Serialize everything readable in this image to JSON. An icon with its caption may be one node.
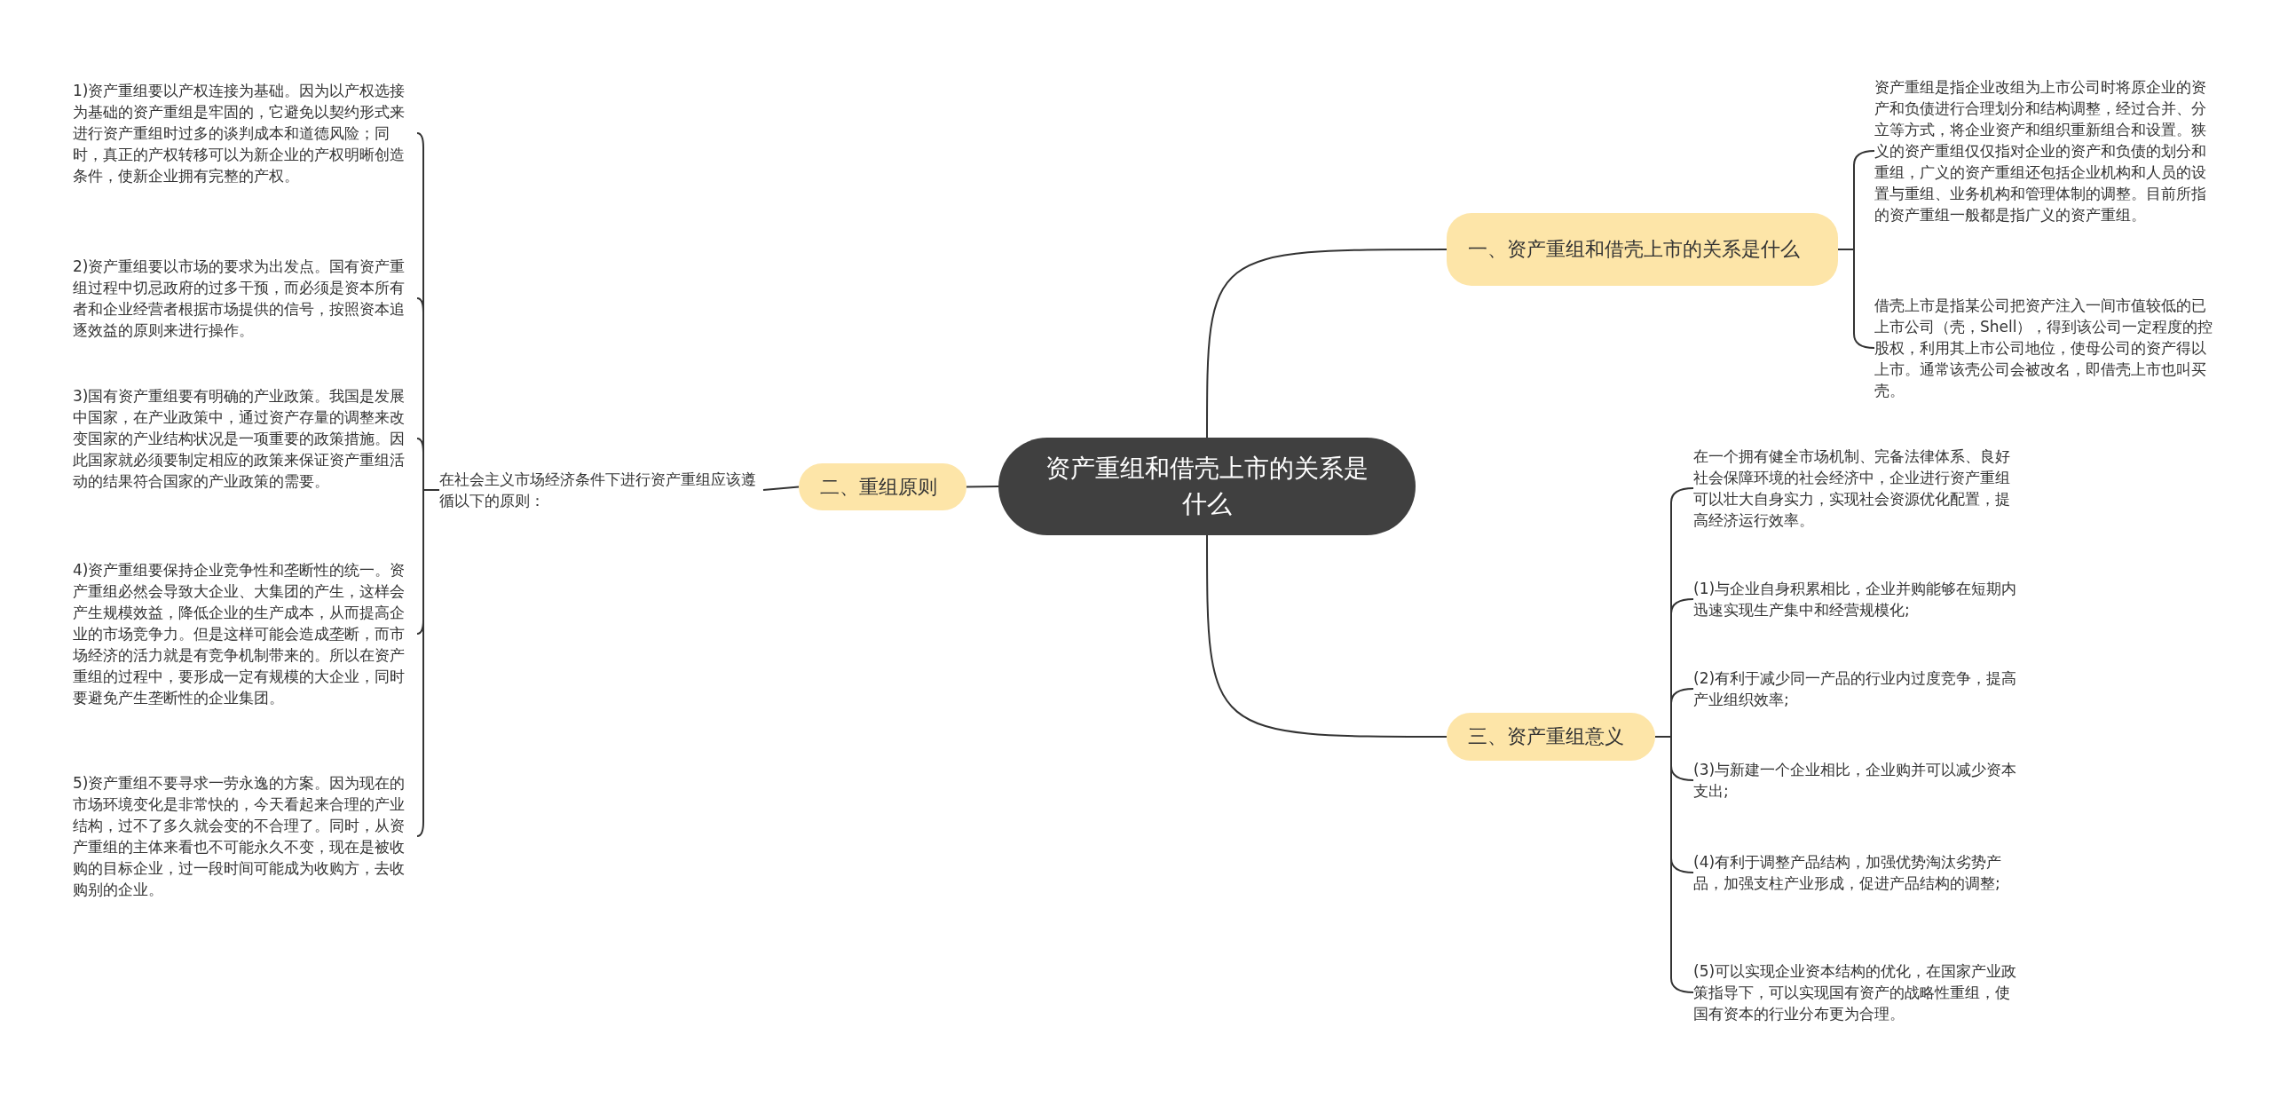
{
  "diagram": {
    "nodes": [
      {
        "text": [
          "资产重组和借壳上市的关系是什么"
        ]
      },
      {
        "text": [
          "一、资产重组和借壳上市的关系是什么"
        ]
      },
      {
        "text": [
          "资产重组是指企业改组为上市公司时将原企业的资产和负债进行合理划分和结构调整，经过合并、分立等方式，将企业资产和组织重新组合和设置。狭义的资产重组仅仅指对企业的资产和负债的划分和重组，广义的资产重组还包括企业机构和人员的设置与重组、业务机构和管理体制的调整。目前所指的资产重组一般都是指广义的资产重组。"
        ]
      },
      {
        "text": [
          "借壳上市是指某公司把资产注入一间市值较低的已上市公司（壳，Shell），得到该公司一定程度的控股权，利用其上市公司地位，使母公司的资产得以上市。通常该壳公司会被改名，即借壳上市也叫买壳。"
        ]
      },
      {
        "text": [
          "二、重组原则"
        ]
      },
      {
        "text": [
          "在社会主义市场经济条件下进行资产重组应该遵循以下的原则："
        ]
      },
      {
        "text": [
          "1)资产重组要以产权连接为基础。因为以产权选接为基础的资产重组是牢固的，它避免以契约形式来进行资产重组时过多的谈判成本和道德风险；同时，真正的产权转移可以为新企业的产权明晰创造条件，使新企业拥有完整的产权。"
        ]
      },
      {
        "text": [
          "2)资产重组要以市场的要求为出发点。国有资产重组过程中切忌政府的过多干预，而必须是资本所有者和企业经营者根据市场提供的信号，按照资本追逐效益的原则来进行操作。"
        ]
      },
      {
        "text": [
          "3)国有资产重组要有明确的产业政策。我国是发展中国家，在产业政策中，通过资产存量的调整来改变国家的产业结构状况是一项重要的政策措施。因此国家就必须要制定相应的政策来保证资产重组活动的结果符合国家的产业政策的需要。"
        ]
      },
      {
        "text": [
          "4)资产重组要保持企业竞争性和垄断性的统一。资产重组必然会导致大企业、大集团的产生，这样会产生规模效益，降低企业的生产成本，从而提高企业的市场竞争力。但是这样可能会造成垄断，而市场经济的活力就是有竞争机制带来的。所以在资产重组的过程中，要形成一定有规模的大企业，同时要避免产生垄断性的企业集团。"
        ]
      },
      {
        "text": [
          "5)资产重组不要寻求一劳永逸的方案。因为现在的市场环境变化是非常快的，今天看起来合理的产业结构，过不了多久就会变的不合理了。同时，从资产重组的主体来看也不可能永久不变，现在是被收购的目标企业，过一段时间可能成为收购方，去收购别的企业。"
        ]
      },
      {
        "text": [
          "三、资产重组意义"
        ]
      },
      {
        "text": [
          "在一个拥有健全市场机制、完备法律体系、良好社会保障环境的社会经济中，企业进行资产重组可以壮大自身实力，实现社会资源优化配置，提高经济运行效率。"
        ]
      },
      {
        "text": [
          "(1)与企业自身积累相比，企业并购能够在短期内迅速实现生产集中和经营规模化;"
        ]
      },
      {
        "text": [
          "(2)有利于减少同一产品的行业内过度竞争，提高产业组织效率;"
        ]
      },
      {
        "text": [
          "(3)与新建一个企业相比，企业购并可以减少资本支出;"
        ]
      },
      {
        "text": [
          "(4)有利于调整产品结构，加强优势淘汰劣势产品，加强支柱产业形成，促进产品结构的调整;"
        ]
      },
      {
        "text": [
          "(5)可以实现企业资本结构的优化，在国家产业政策指导下，可以实现国有资产的战略性重组，使国有资本的行业分布更为合理。"
        ]
      }
    ],
    "edges": [
      {
        "from": 0,
        "to": 1,
        "arrow": "none"
      },
      {
        "from": 1,
        "to": 2,
        "arrow": "none"
      },
      {
        "from": 1,
        "to": 3,
        "arrow": "none"
      },
      {
        "from": 0,
        "to": 4,
        "arrow": "none"
      },
      {
        "from": 4,
        "to": 5,
        "arrow": "none"
      },
      {
        "from": 5,
        "to": 6,
        "arrow": "none"
      },
      {
        "from": 5,
        "to": 7,
        "arrow": "none"
      },
      {
        "from": 5,
        "to": 8,
        "arrow": "none"
      },
      {
        "from": 5,
        "to": 9,
        "arrow": "none"
      },
      {
        "from": 5,
        "to": 10,
        "arrow": "none"
      },
      {
        "from": 0,
        "to": 11,
        "arrow": "none"
      },
      {
        "from": 11,
        "to": 12,
        "arrow": "none"
      },
      {
        "from": 11,
        "to": 13,
        "arrow": "none"
      },
      {
        "from": 11,
        "to": 14,
        "arrow": "none"
      },
      {
        "from": 11,
        "to": 15,
        "arrow": "none"
      },
      {
        "from": 11,
        "to": 16,
        "arrow": "none"
      },
      {
        "from": 11,
        "to": 17,
        "arrow": "none"
      }
    ]
  }
}
